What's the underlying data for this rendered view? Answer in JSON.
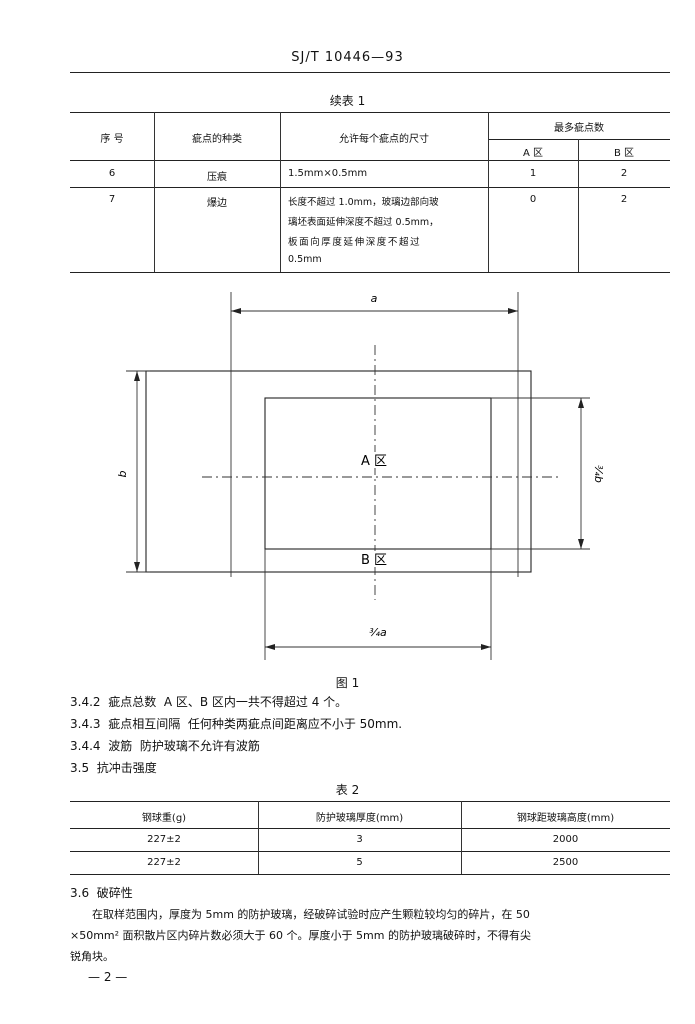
{
  "header": {
    "standard": "SJ/T 10446—93"
  },
  "table1": {
    "caption": "续表 1",
    "col_no": "序  号",
    "col_type": "疵点的种类",
    "col_size": "允许每个疵点的尺寸",
    "col_max": "最多疵点数",
    "col_a": "A 区",
    "col_b": "B 区",
    "rows": [
      {
        "no": "6",
        "type": "压痕",
        "size_lines": [
          "1.5mm×0.5mm"
        ],
        "a": "1",
        "b": "2"
      },
      {
        "no": "7",
        "type": "爆边",
        "size_lines": [
          "长度不超过 1.0mm，玻璃边部向玻",
          "璃坯表面延伸深度不超过 0.5mm，",
          "板面向厚度延伸深度不超过",
          "0.5mm"
        ],
        "a": "0",
        "b": "2"
      }
    ]
  },
  "figure1": {
    "label_a": "a",
    "label_b": "b",
    "label_34b": "¾b",
    "label_34a": "¾a",
    "zone_a": "A 区",
    "zone_b": "B 区",
    "caption": "图 1"
  },
  "sections": [
    {
      "num": "3.4.2",
      "title": "疵点总数",
      "text": "A 区、B 区内一共不得超过 4 个。"
    },
    {
      "num": "3.4.3",
      "title": "疵点相互间隔",
      "text": "任何种类两疵点间距离应不小于 50mm."
    },
    {
      "num": "3.4.4",
      "title": "波筋",
      "text": "防护玻璃不允许有波筋"
    },
    {
      "num": "3.5",
      "title": "抗冲击强度",
      "text": ""
    }
  ],
  "table2": {
    "caption": "表 2",
    "col1": "钢球重(g)",
    "col2": "防护玻璃厚度(mm)",
    "col3": "钢球距玻璃高度(mm)",
    "rows": [
      {
        "c1": "227±2",
        "c2": "3",
        "c3": "2000"
      },
      {
        "c1": "227±2",
        "c2": "5",
        "c3": "2500"
      }
    ]
  },
  "section36": {
    "num": "3.6",
    "title": "破碎性",
    "lines": [
      "在取样范围内，厚度为 5mm 的防护玻璃，经破碎试验时应产生颗粒较均匀的碎片，在 50",
      "×50mm² 面积散片区内碎片数必须大于 60 个。厚度小于 5mm 的防护玻璃破碎时，不得有尖",
      "锐角块。"
    ]
  },
  "footer": {
    "page": "— 2 —"
  }
}
